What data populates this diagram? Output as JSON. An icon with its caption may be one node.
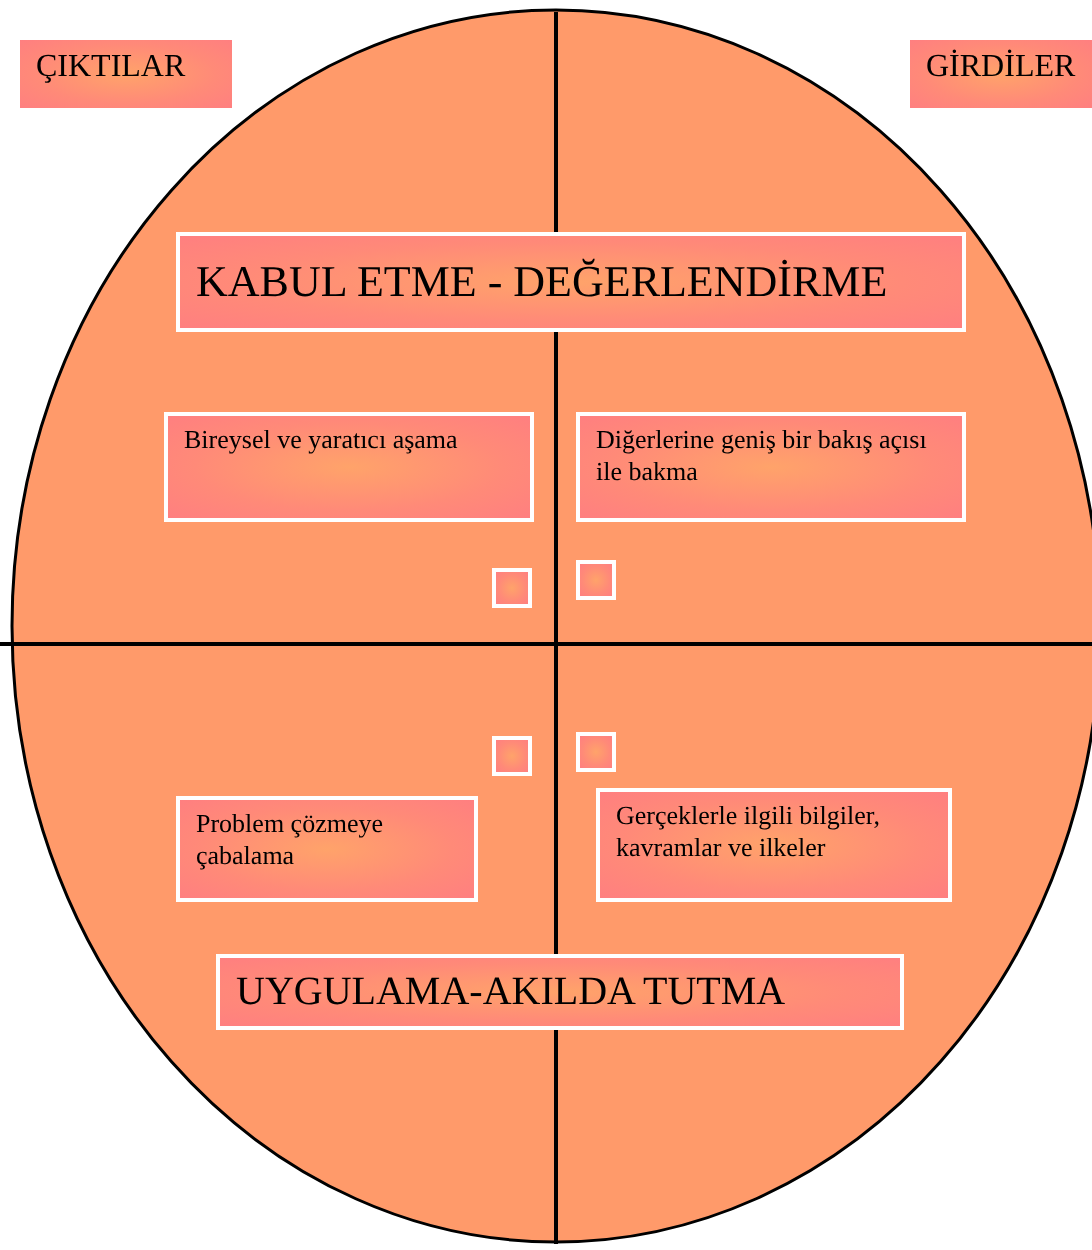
{
  "diagram": {
    "nodes": [
      {
        "text": [
          "ÇIKTILAR"
        ]
      },
      {
        "text": [
          "GİRDİLER"
        ]
      },
      {
        "text": [
          "KABUL ETME - DEĞERLENDİRME"
        ]
      },
      {
        "text": [
          "Bireysel ve yaratıcı aşama"
        ]
      },
      {
        "text": [
          "Diğerlerine geniş bir bakış açısı ile bakma"
        ]
      },
      {
        "text": [],
        "shape": "box"
      },
      {
        "text": [],
        "shape": "box"
      },
      {
        "text": [],
        "shape": "box"
      },
      {
        "text": [],
        "shape": "box"
      },
      {
        "text": [
          "Problem çözmeye çabalama"
        ]
      },
      {
        "text": [
          "Gerçeklerle ilgili bilgiler, kavramlar ve ilkeler"
        ]
      },
      {
        "text": [
          "UYGULAMA-AKILDA TUTMA"
        ]
      }
    ],
    "edges": []
  }
}
